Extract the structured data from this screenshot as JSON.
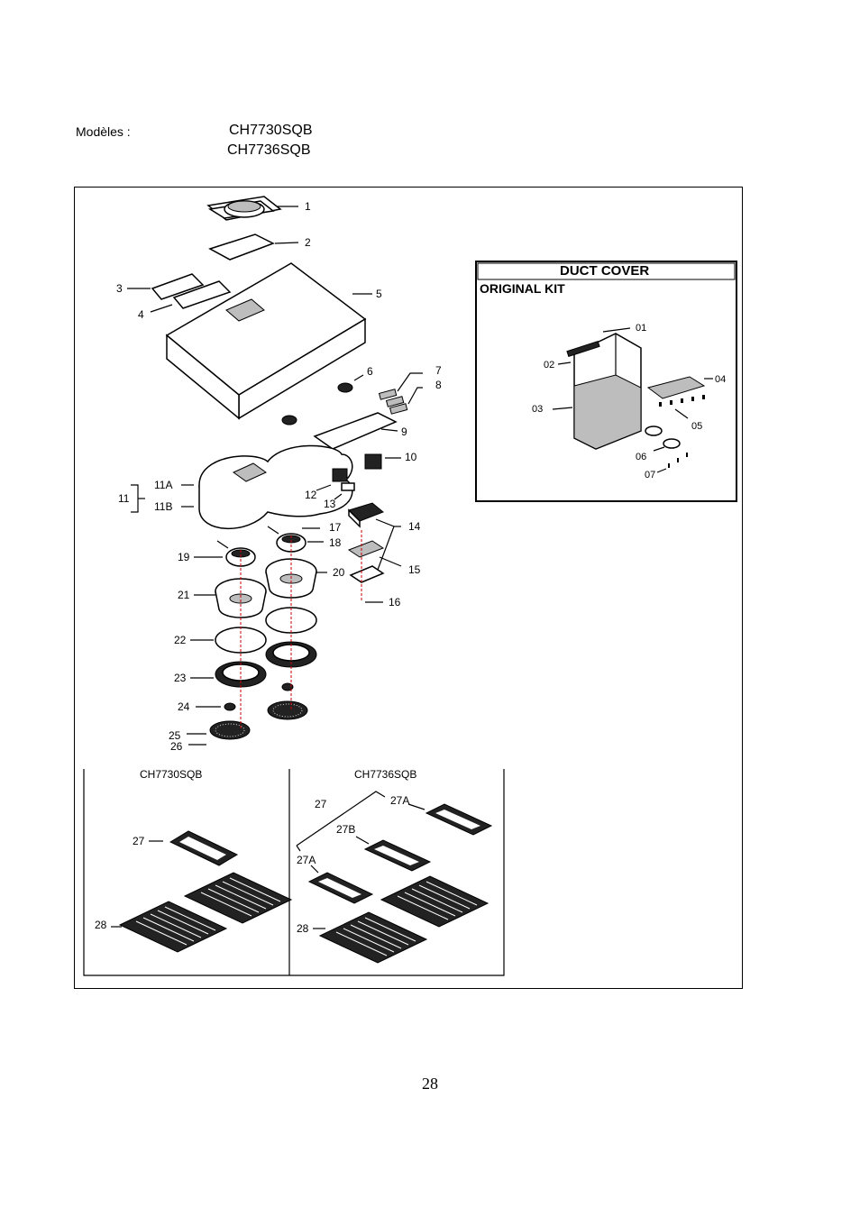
{
  "header": {
    "models_label": "Modèles :",
    "models": [
      "CH7730SQB",
      "CH7736SQB"
    ]
  },
  "diagram": {
    "callouts": [
      "1",
      "2",
      "3",
      "4",
      "5",
      "6",
      "7",
      "8",
      "9",
      "10",
      "11",
      "11A",
      "11B",
      "12",
      "13",
      "14",
      "15",
      "16",
      "17",
      "18",
      "19",
      "20",
      "21",
      "22",
      "23",
      "24",
      "25",
      "26"
    ],
    "duct_cover": {
      "title": "DUCT COVER",
      "subtitle": "ORIGINAL KIT",
      "callouts": [
        "01",
        "02",
        "03",
        "04",
        "05",
        "06",
        "07"
      ]
    },
    "filters": {
      "left_model": "CH7730SQB",
      "right_model": "CH7736SQB",
      "left_callouts": [
        "27",
        "28"
      ],
      "right_callouts": [
        "27",
        "27A",
        "27B",
        "27A",
        "28"
      ]
    }
  },
  "footer": {
    "page_number": "28"
  }
}
